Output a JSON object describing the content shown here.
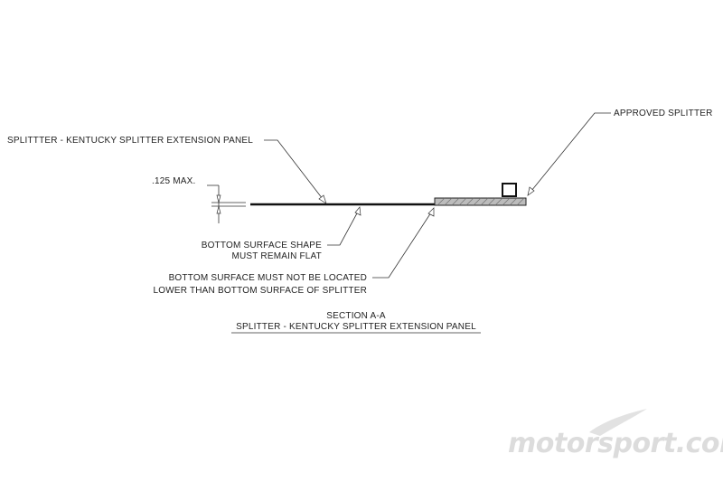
{
  "labels": {
    "approved_splitter": "APPROVED SPLITTER",
    "extension_panel": "SPLITTTER - KENTUCKY SPLITTER EXTENSION PANEL",
    "max_thickness": ".125 MAX.",
    "flat_line1": "BOTTOM SURFACE SHAPE",
    "flat_line2": "MUST REMAIN FLAT",
    "location_line1": "BOTTOM SURFACE MUST NOT BE LOCATED",
    "location_line2": "LOWER THAN BOTTOM SURFACE OF SPLITTER",
    "section_title": "SECTION A-A",
    "section_subtitle": "SPLITTER - KENTUCKY SPLITTER EXTENSION PANEL"
  },
  "watermark": {
    "text_main": "motorsport",
    "text_suffix": ".com"
  },
  "colors": {
    "line": "#333333",
    "panel": "#111111",
    "splitter_fill": "#bcbcbc",
    "watermark": "#dcdcdc"
  }
}
